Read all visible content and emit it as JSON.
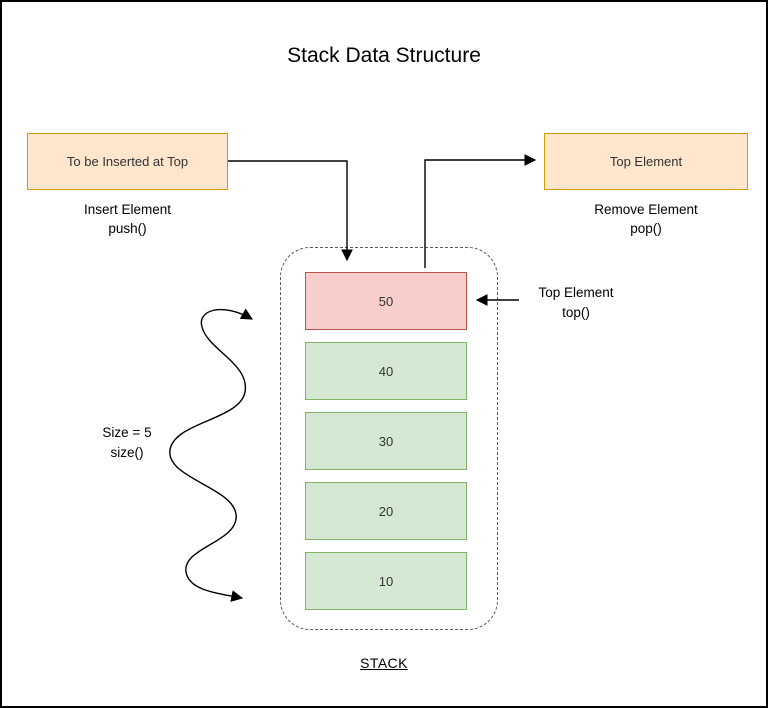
{
  "title": "Stack Data Structure",
  "push": {
    "box_label": "To be Inserted at Top",
    "caption_line1": "Insert Element",
    "caption_line2": "push()"
  },
  "pop": {
    "box_label": "Top Element",
    "caption_line1": "Remove Element",
    "caption_line2": "pop()"
  },
  "top_annotation": {
    "line1": "Top Element",
    "line2": "top()"
  },
  "size_annotation": {
    "line1": "Size = 5",
    "line2": "size()"
  },
  "stack": {
    "label": "STACK",
    "items": [
      {
        "value": "50",
        "is_top": true
      },
      {
        "value": "40",
        "is_top": false
      },
      {
        "value": "30",
        "is_top": false
      },
      {
        "value": "20",
        "is_top": false
      },
      {
        "value": "10",
        "is_top": false
      }
    ]
  },
  "colors": {
    "push_pop_box_fill": "#ffe6cc",
    "push_pop_box_border": "#d79b00",
    "top_item_fill": "#f8cecc",
    "top_item_border": "#b85450",
    "item_fill": "#d5e8d4",
    "item_border": "#82b366",
    "arrow": "#000000"
  }
}
